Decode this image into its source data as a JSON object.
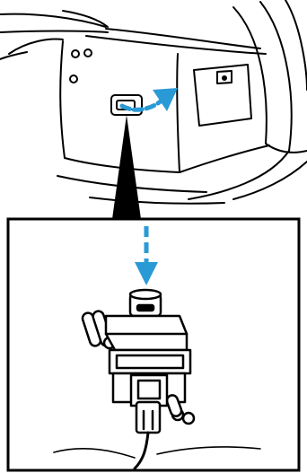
{
  "figure": {
    "top_view": "vehicle-rear-interior-panel",
    "detail_view": "connector-plug-into-socket",
    "accent_color": "#2a9ad6",
    "line_color": "#000000",
    "background": "#ffffff",
    "icons": {
      "motion_arrow": "curved-arrow-right",
      "insert_arrow": "dashed-arrow-down",
      "callout": "triangle-pointer"
    }
  }
}
